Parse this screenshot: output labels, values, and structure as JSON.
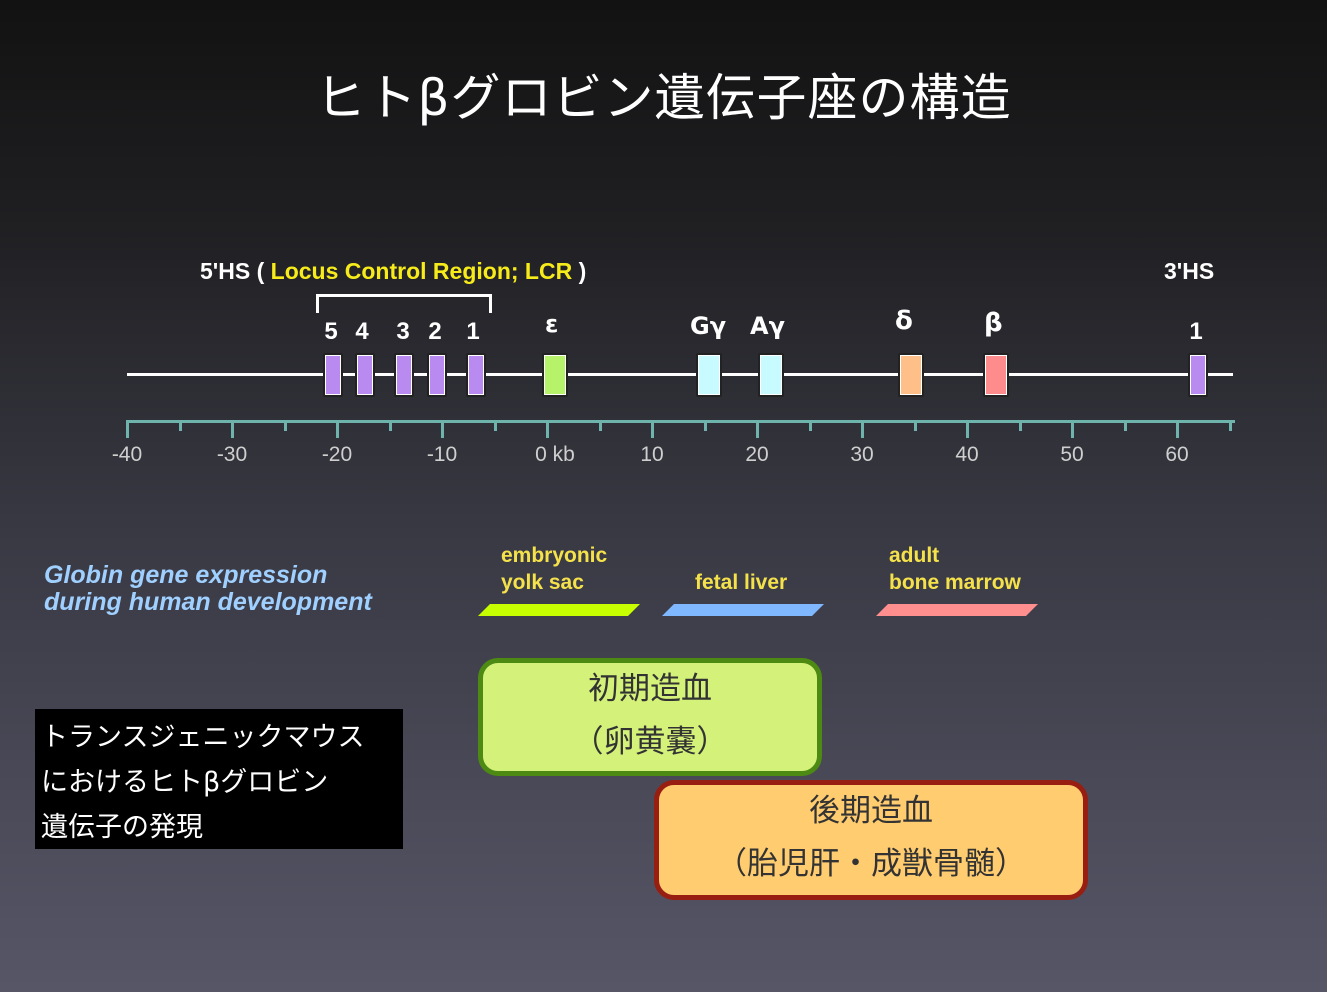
{
  "title": "ヒトβグロビン遺伝子座の構造",
  "locus": {
    "five_hs_label": "5'HS (",
    "lcr_label": "Locus Control Region; LCR",
    "close_paren": ")",
    "three_hs_label": "3'HS",
    "hs_numbers": [
      "5",
      "4",
      "3",
      "2",
      "1"
    ],
    "three_hs_number": "1",
    "genes": [
      {
        "name": "ε",
        "color": "#b6f26a"
      },
      {
        "name": "Gγ",
        "color": "#c8fbff"
      },
      {
        "name": "Aγ",
        "color": "#c8fbff"
      },
      {
        "name": "δ",
        "color": "#ffbf88"
      },
      {
        "name": "β",
        "color": "#ff8c8c"
      }
    ],
    "hs_color": "#b98af0"
  },
  "axis": {
    "ticks": [
      "-40",
      "-30",
      "-20",
      "-10",
      "0 kb",
      "10",
      "20",
      "30",
      "40",
      "50",
      "60"
    ]
  },
  "expression": {
    "heading_line1": "Globin gene expression",
    "heading_line2": "during human development",
    "stages": [
      {
        "line1": "embryonic",
        "line2": "yolk sac",
        "color": "#c8ff00"
      },
      {
        "line1": "",
        "line2": "fetal liver",
        "color": "#7fb8ff"
      },
      {
        "line1": "adult",
        "line2": "bone marrow",
        "color": "#ff8f8f"
      }
    ]
  },
  "note": {
    "line1": "トランスジェニックマウス",
    "line2": "におけるヒトβグロビン",
    "line3": "遺伝子の発現"
  },
  "early_box": {
    "line1": "初期造血",
    "line2": "（卵黄嚢）"
  },
  "late_box": {
    "line1": "後期造血",
    "line2": "（胎児肝・成獣骨髄）"
  }
}
